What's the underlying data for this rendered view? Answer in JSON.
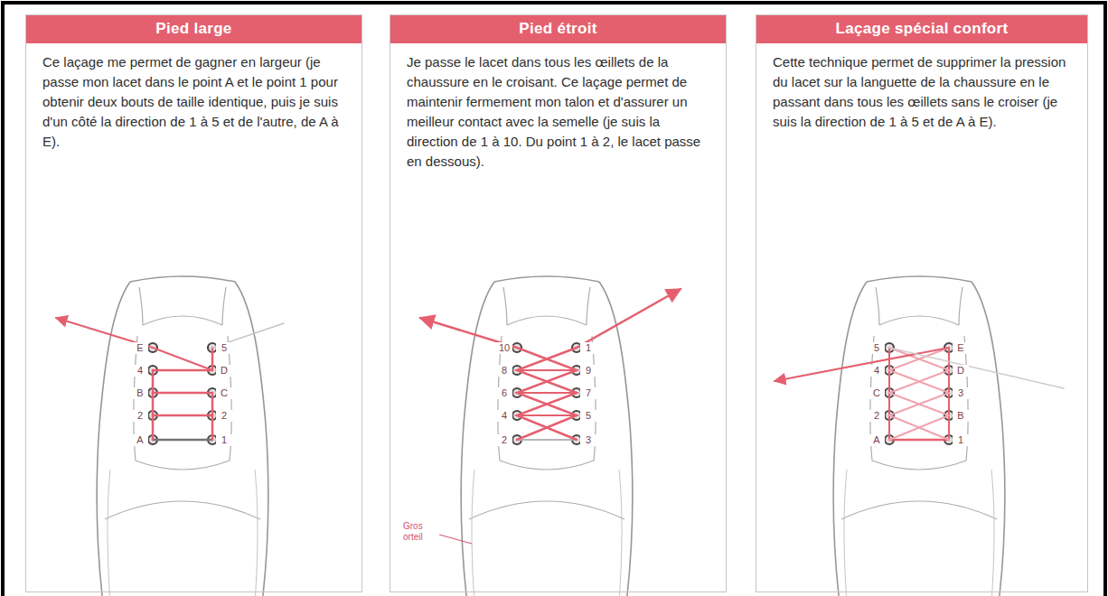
{
  "diagram": {
    "nodes": [
      {
        "text": [
          "Pied large",
          "Ce laçage me permet de gagner en largeur (je passe mon lacet dans le point A et le point 1 pour obtenir deux bouts de taille identique, puis je suis d'un côté la direction de 1 à 5 et de l'autre, de A à E)."
        ]
      },
      {
        "text": [
          "Pied étroit",
          "Je passe le lacet dans tous les œillets de la chaussure en le croisant. Ce laçage permet de maintenir fermement mon talon et d'assurer un meilleur contact avec la semelle (je suis la direction de 1 à 10. Du point 1 à 2, le lacet passe en dessous)."
        ]
      },
      {
        "text": [
          "Laçage spécial confort",
          "Cette technique permet de supprimer la pression du lacet sur la languette de la chaussure en le passant dans tous les œillets sans le croiser (je suis la direction de 1 à 5 et de A à E)."
        ]
      }
    ],
    "labels": [
      "E",
      "4",
      "B",
      "2",
      "A",
      "5",
      "D",
      "C",
      "2",
      "1",
      "10",
      "8",
      "6",
      "4",
      "2",
      "1",
      "9",
      "7",
      "5",
      "3",
      "Gros orteil",
      "5",
      "4",
      "C",
      "2",
      "A",
      "E",
      "D",
      "3",
      "B",
      "1"
    ]
  }
}
